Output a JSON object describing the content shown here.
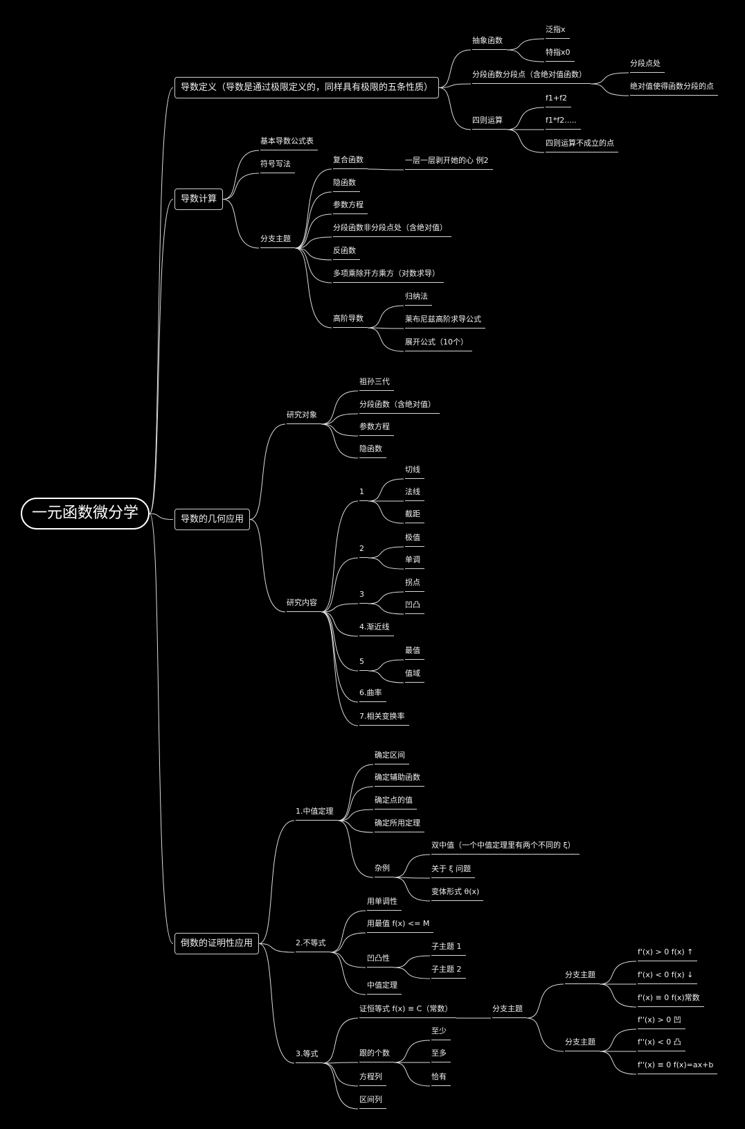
{
  "root": "一元函数微分学",
  "branches": {
    "def": {
      "label": "导数定义（导数是通过极限定义的，同样具有极限的五条性质）",
      "abstract": {
        "label": "抽象函数",
        "a": "泛指x",
        "b": "特指x0"
      },
      "piecewise": {
        "label": "分段函数分段点（含绝对值函数）",
        "a": "分段点处",
        "b": "绝对值使得函数分段的点"
      },
      "arith": {
        "label": "四则运算",
        "a": "f1+f2",
        "b": "f1*f2.....",
        "c": "四则运算不成立的点"
      }
    },
    "calc": {
      "label": "导数计算",
      "formula": "基本导数公式表",
      "notation": "符号写法",
      "sub": {
        "label": "分支主题",
        "composite": {
          "label": "复合函数",
          "a": "一层一层剥开她的心 例2"
        },
        "implicit": "隐函数",
        "param": "参数方程",
        "piecewise_non": "分段函数非分段点处（含绝对值）",
        "inverse": "反函数",
        "multi": "多项乘除开方乘方（对数求导）",
        "higher": {
          "label": "高阶导数",
          "a": "归纳法",
          "b": "莱布尼兹高阶求导公式",
          "c": "展开公式（10个）"
        }
      }
    },
    "geo": {
      "label": "导数的几何应用",
      "objects": {
        "label": "研究对象",
        "a": "祖孙三代",
        "b": "分段函数（含绝对值）",
        "c": "参数方程",
        "d": "隐函数"
      },
      "content": {
        "label": "研究内容",
        "g1": {
          "label": "1",
          "a": "切线",
          "b": "法线",
          "c": "截距"
        },
        "g2": {
          "label": "2",
          "a": "极值",
          "b": "单调"
        },
        "g3": {
          "label": "3",
          "a": "拐点",
          "b": "凹凸"
        },
        "g4": "4.渐近线",
        "g5": {
          "label": "5",
          "a": "最值",
          "b": "值域"
        },
        "g6": "6.曲率",
        "g7": "7.相关变换率"
      }
    },
    "proof": {
      "label": "倒数的证明性应用",
      "mvt": {
        "label": "1.中值定理",
        "a": "确定区间",
        "b": "确定辅助函数",
        "c": "确定点的值",
        "d": "确定所用定理",
        "misc": {
          "label": "杂例",
          "a": "双中值（一个中值定理里有两个不同的 ξ）",
          "b": "关于 ξ 问题",
          "c": "变体形式 θ(x)"
        }
      },
      "ineq": {
        "label": "2.不等式",
        "a": "用单调性",
        "b": "用最值 f(x) <= M",
        "convex": {
          "label": "凹凸性",
          "a": "子主题 1",
          "b": "子主题 2"
        },
        "c": "中值定理"
      },
      "eq": {
        "label": "3.等式",
        "identity": {
          "label": "证恒等式 f(x) ≡ C（常数）",
          "sub": {
            "label": "分支主题",
            "s1": {
              "label": "分支主题",
              "a": "f'(x) > 0 f(x) ↑",
              "b": "f'(x) < 0 f(x) ↓",
              "c": "f'(x) ≡ 0 f(x)常数"
            },
            "s2": {
              "label": "分支主题",
              "a": "f''(x) > 0 凹",
              "b": "f''(x) < 0 凸",
              "c": "f''(x) ≡ 0 f(x)=ax+b"
            }
          }
        },
        "roots": {
          "label": "跟的个数",
          "a": "至少",
          "b": "至多",
          "c": "恰有"
        },
        "eqlist": "方程列",
        "interval": "区间列"
      }
    }
  }
}
